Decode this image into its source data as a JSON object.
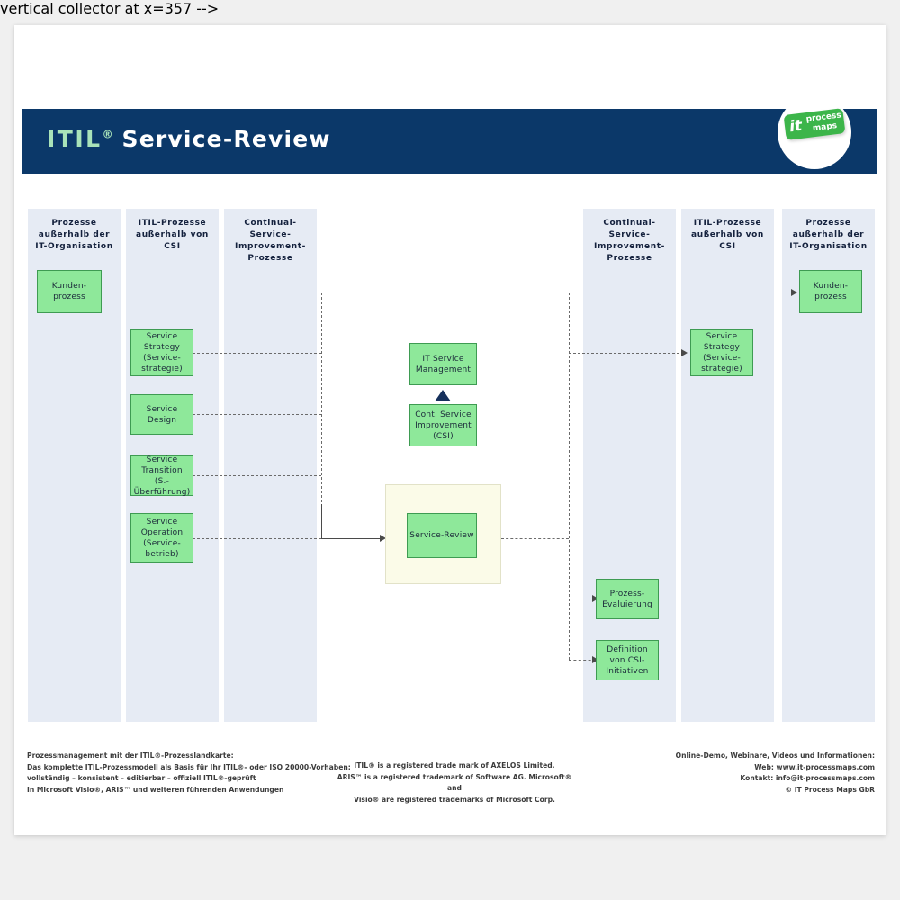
{
  "header": {
    "title_itil": "ITIL",
    "title_reg": "®",
    "title_rest": " Service-Review",
    "logo": {
      "it": "it",
      "line1": "process",
      "line2": "maps"
    },
    "banner_color": "#0b3869",
    "accent_green": "#8ee89a"
  },
  "lanes": [
    {
      "id": "left-customer",
      "title": "Prozesse außerhalb der IT-Organisation"
    },
    {
      "id": "left-itil-non-csi",
      "title": "ITIL-Prozesse außerhalb von CSI"
    },
    {
      "id": "left-csi",
      "title": "Continual-Service-Improvement-Prozesse"
    },
    {
      "id": "right-csi",
      "title": "Continual-Service-Improvement-Prozesse"
    },
    {
      "id": "right-itil-non-csi",
      "title": "ITIL-Prozesse außerhalb von CSI"
    },
    {
      "id": "right-customer",
      "title": "Prozesse außerhalb der IT-Organisation"
    }
  ],
  "boxes": {
    "kundenprozess_left": "Kunden-prozess",
    "service_strategy_left": "Service Strategy (Service-strategie)",
    "service_design": "Service Design",
    "service_transition": "Service Transition (S.-Überführung)",
    "service_operation": "Service Operation (Service-betrieb)",
    "it_service_management": "IT Service Management",
    "cont_service_improvement": "Cont. Service Improvement (CSI)",
    "service_review": "Service-Review",
    "prozess_evaluierung": "Prozess-Evaluierung",
    "definition_csi": "Definition von CSI-Initiativen",
    "service_strategy_right": "Service Strategy (Service-strategie)",
    "kundenprozess_right": "Kunden-prozess"
  },
  "footer": {
    "left": {
      "line1": "Prozessmanagement  mit der ITIL®-Prozesslandkarte:",
      "line2": "Das komplette  ITIL-Prozessmodell als Basis für Ihr ITIL®- oder ISO 20000-Vorhaben:",
      "line3": "vollständig – konsistent – editierbar – offiziell ITIL®-geprüft",
      "line4": "In Microsoft Visio®, ARIS™ und weiteren führenden Anwendungen"
    },
    "middle": {
      "line1": "ITIL® is a registered trade mark of AXELOS Limited.",
      "line2": "ARIS™ is a  registered trademark of Software AG. Microsoft® and",
      "line3": "Visio® are registered trademarks of Microsoft Corp."
    },
    "right": {
      "line1": "Online-Demo, Webinare, Videos und Informationen:",
      "line2": "Web: www.it-processmaps.com",
      "line3": "Kontakt: info@it-processmaps.com",
      "line4": "© IT Process Maps GbR"
    }
  }
}
